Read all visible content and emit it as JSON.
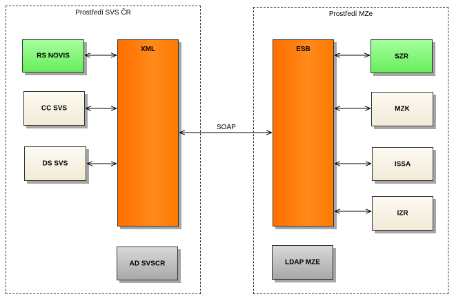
{
  "environments": {
    "left_title": "Prostředí SVS ČR",
    "right_title": "Prostředí MZe"
  },
  "nodes": {
    "rs_novis": "RS NOVIS",
    "cc_svs": "CC SVS",
    "ds_svs": "DS SVS",
    "xml": "XML",
    "ad_svscr": "AD SVSCR",
    "esb": "ESB",
    "ldap_mze": "LDAP MZE",
    "szr": "SZR",
    "mzk": "MZK",
    "issa": "ISSA",
    "izr": "IZR"
  },
  "edges": {
    "soap_label": "SOAP"
  },
  "colors": {
    "green": "#66ee5a",
    "cream": "#f1ead6",
    "orange": "#ff7a00",
    "gray": "#a8a8a8"
  }
}
